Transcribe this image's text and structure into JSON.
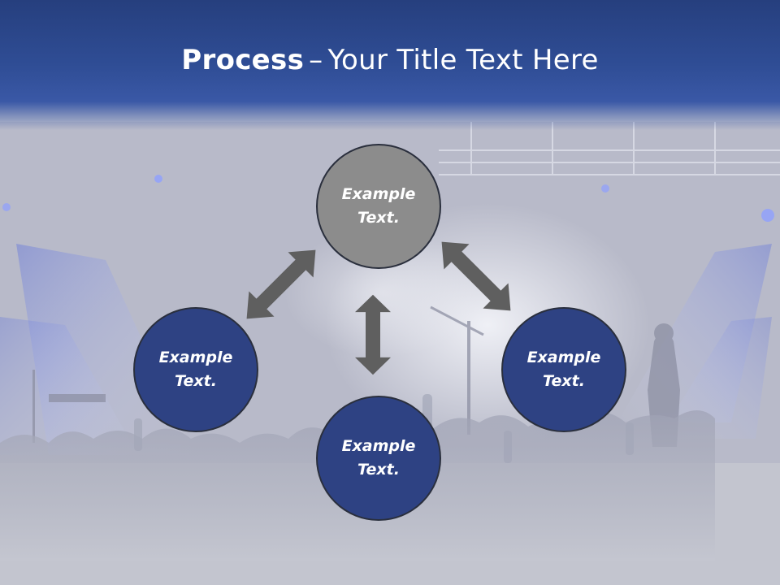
{
  "slide": {
    "title_bold": "Process",
    "title_dash": "–",
    "title_rest": "Your Title Text Here"
  },
  "nodes": {
    "top": "Example Text.",
    "left": "Example Text.",
    "right": "Example Text.",
    "bottom": "Example Text."
  },
  "colors": {
    "header": "#2f4d95",
    "center_node": "#8c8c8c",
    "outer_node": "#2e4283",
    "arrow": "#5f5f5f"
  }
}
